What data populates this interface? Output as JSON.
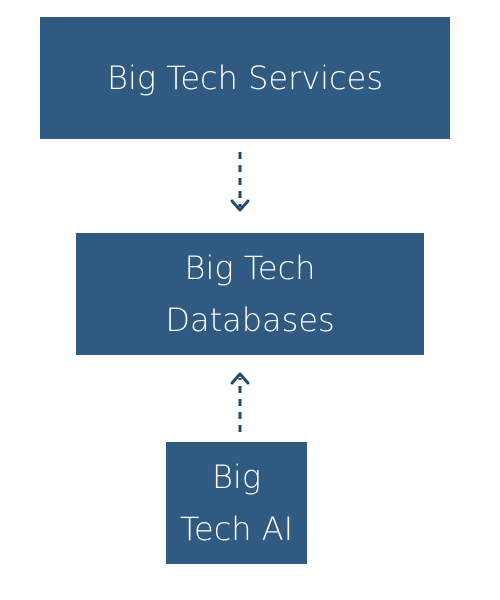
{
  "diagram": {
    "nodes": [
      {
        "id": "services",
        "label": "Big Tech Services"
      },
      {
        "id": "databases",
        "label": "Big Tech\nDatabases"
      },
      {
        "id": "ai",
        "label": "Big\nTech AI"
      }
    ],
    "edges": [
      {
        "from": "services",
        "to": "databases",
        "style": "dashed"
      },
      {
        "from": "ai",
        "to": "databases",
        "style": "dashed"
      }
    ]
  },
  "colors": {
    "box_fill": "#305a82",
    "box_text": "#ffffff",
    "arrow": "#1f4b6e"
  }
}
